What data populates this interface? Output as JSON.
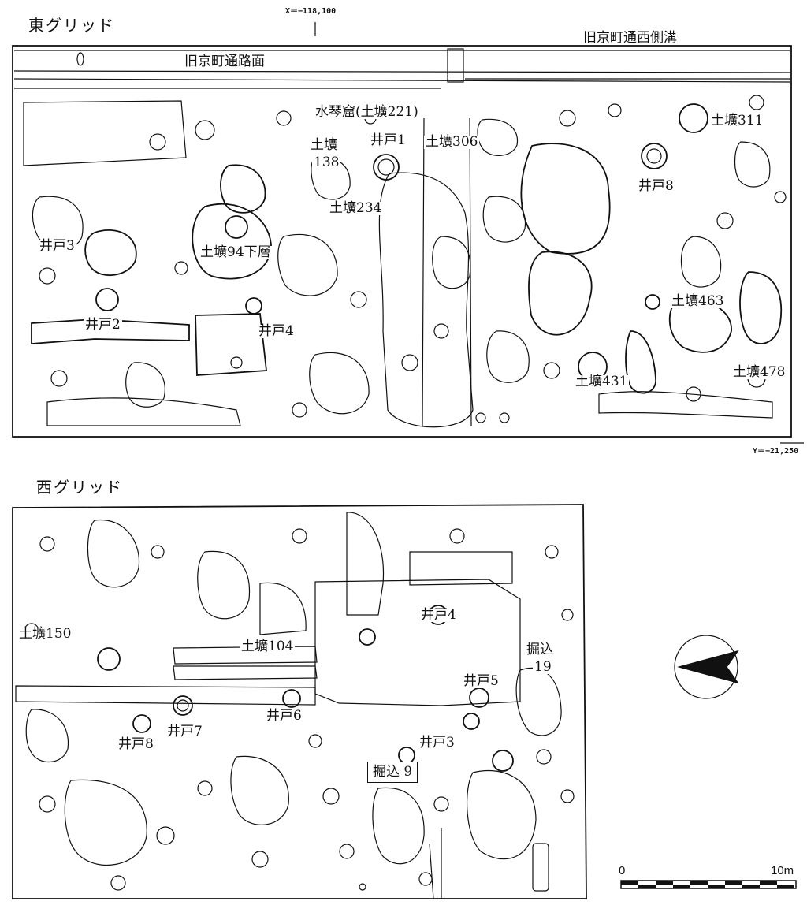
{
  "east_grid": {
    "title": "東グリッド",
    "coord_x": "X＝−118,100",
    "coord_y": "Y＝−21,250",
    "road_surface": "旧京町通路面",
    "west_ditch": "旧京町通西側溝",
    "labels": {
      "suikinkutsu": "水琴窟(土壙221)",
      "dokou138_a": "土壙",
      "dokou138_b": "138",
      "ido1": "井戸1",
      "dokou306": "土壙306",
      "dokou311": "土壙311",
      "ido8": "井戸8",
      "dokou234": "土壙234",
      "ido3": "井戸3",
      "dokou94": "土壙94下層",
      "dokou463": "土壙463",
      "ido2": "井戸2",
      "ido4": "井戸4",
      "dokou431": "土壙431",
      "dokou478": "土壙478"
    }
  },
  "west_grid": {
    "title": "西グリッド",
    "labels": {
      "dokou150": "土壙150",
      "dokou104": "土壙104",
      "ido4": "井戸4",
      "horikomi19_a": "掘込",
      "horikomi19_b": "19",
      "ido5": "井戸5",
      "ido6": "井戸6",
      "ido7": "井戸7",
      "ido8": "井戸8",
      "ido3": "井戸3",
      "horikomi9": "掘込 9"
    }
  },
  "scale_bar": {
    "start": "0",
    "end": "10m"
  },
  "north_arrow": {
    "icon": "north-arrow-icon"
  }
}
